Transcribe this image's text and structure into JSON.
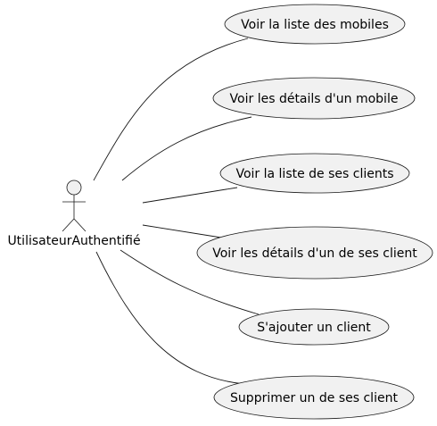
{
  "diagram": {
    "actor": {
      "name": "UtilisateurAuthentifié"
    },
    "use_cases": [
      {
        "label": "Voir la liste des mobiles"
      },
      {
        "label": "Voir les détails d'un mobile"
      },
      {
        "label": "Voir la liste de ses clients"
      },
      {
        "label": "Voir les détails d'un de ses client"
      },
      {
        "label": "S'ajouter un client"
      },
      {
        "label": "Supprimer un de ses client"
      }
    ],
    "colors": {
      "shape_fill": "#f1f1f1",
      "stroke": "#181818",
      "text": "#000000"
    }
  }
}
